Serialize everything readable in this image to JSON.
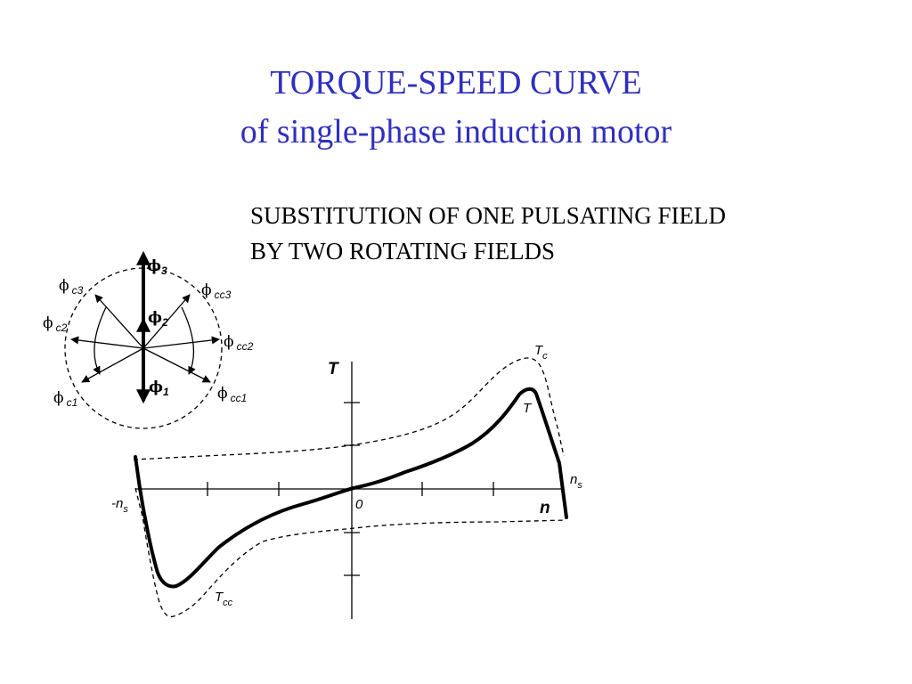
{
  "title": {
    "line1": "TORQUE-SPEED CURVE",
    "line2": "of single-phase induction motor"
  },
  "subtitle": {
    "line1": "SUBSTITUTION OF ONE PULSATING FIELD",
    "line2": "BY TWO ROTATING FIELDS"
  },
  "phasor": {
    "phi_symbol": "ϕ",
    "main": [
      {
        "sub": "3"
      },
      {
        "sub": "2"
      },
      {
        "sub": "1"
      }
    ],
    "clockwise": [
      {
        "sub": "c3"
      },
      {
        "sub": "c2"
      },
      {
        "sub": "c1"
      }
    ],
    "counterclockwise": [
      {
        "sub": "cc3"
      },
      {
        "sub": "cc2"
      },
      {
        "sub": "cc1"
      }
    ]
  },
  "graph": {
    "y_axis_label": "T",
    "x_axis_label": "n",
    "origin_label": "0",
    "neg_ns": {
      "prefix": "-",
      "main": "n",
      "sub": "s"
    },
    "pos_ns": {
      "main": "n",
      "sub": "s"
    },
    "curve_labels": {
      "T": "T",
      "Tc": {
        "main": "T",
        "sub": "c"
      },
      "Tcc": {
        "main": "T",
        "sub": "cc"
      }
    }
  },
  "colors": {
    "title": "#2f2fbf",
    "ink": "#000000"
  }
}
